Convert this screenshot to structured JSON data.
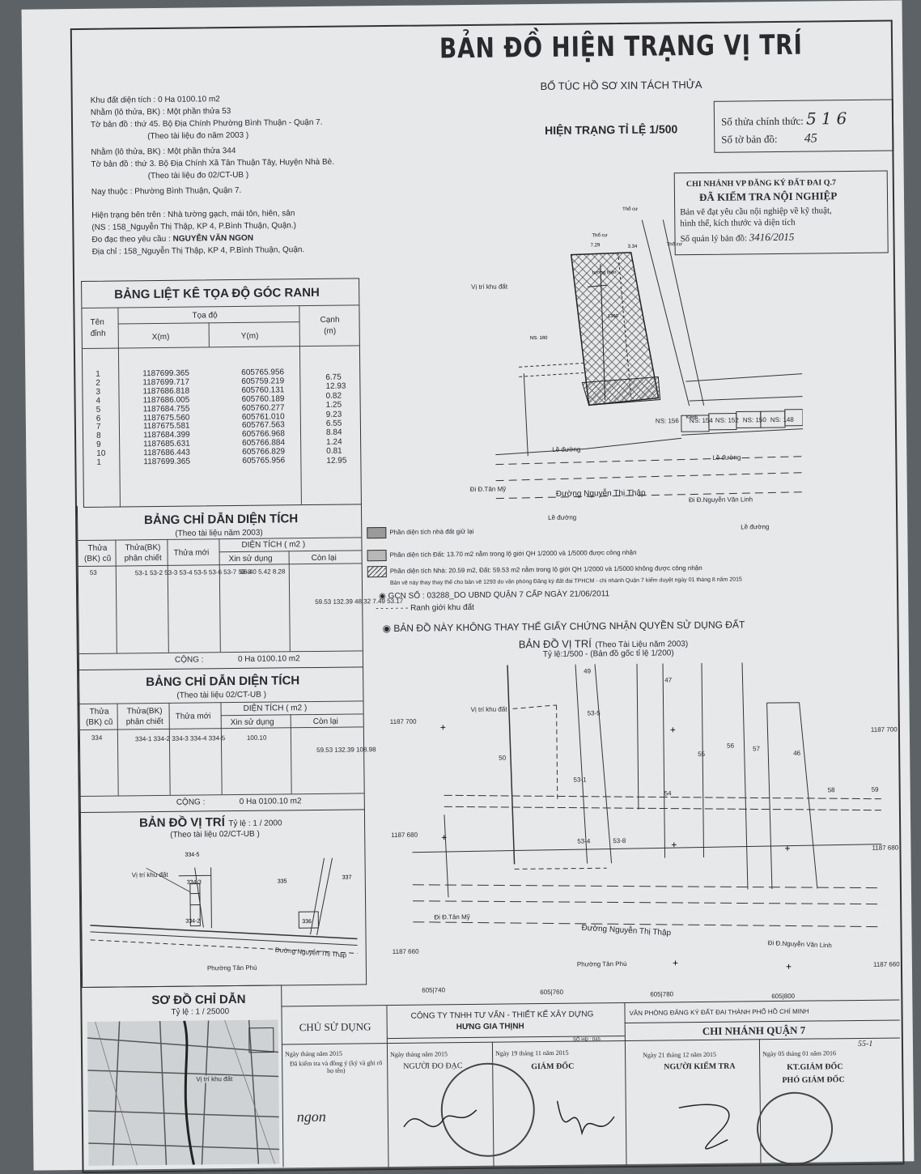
{
  "title": "BẢN ĐỒ HIỆN TRẠNG VỊ TRÍ",
  "subtitle": "BỔ TÚC HỒ SƠ XIN TÁCH THỬA",
  "scale_label": "HIỆN TRẠNG TỈ LỆ 1/500",
  "info_lines": [
    "Khu đất diện tích : 0 Ha 0100.10 m2",
    "Nhằm (lô thửa, BK) :  Một phần thửa 53",
    "Tờ bản đồ : thứ 45. Bộ Địa Chính Phường Bình Thuận - Quận 7.",
    "(Theo tài liệu đo năm 2003 )",
    "Nhằm (lô thửa, BK) : Một phần thửa 344",
    "Tờ bản đồ : thứ 3. Bộ Địa Chính Xã Tân Thuận Tây, Huyện Nhà Bè.",
    "(Theo tài liệu đo 02/CT-UB )",
    "Nay thuộc : Phường Bình Thuận, Quận 7.",
    "Hiện trạng bên trên : Nhà tường gạch, mái tôn, hiên, sân",
    "(NS : 158_Nguyễn Thị Thập, KP 4, P.Bình Thuận, Quận.)",
    "Đo đạc theo yêu cầu :",
    "Địa chỉ : 158_Nguyễn Thị Thập, KP 4, P.Bình Thuận, Quận."
  ],
  "requester": "NGUYỄN VĂN NGON",
  "parcel_box": {
    "official_label": "Số thửa chính thức:",
    "official_value": "516",
    "map_label": "Số tờ bản đồ:",
    "map_value": "45"
  },
  "verify_stamp": {
    "line1": "CHI NHÁNH VP ĐĂNG KÝ ĐẤT ĐAI Q.7",
    "line2": "ĐÃ KIỂM TRA NỘI NGHIỆP",
    "line3": "Bản vẽ đạt yêu cầu nội nghiệp về kỹ thuật,",
    "line4": "hình thể, kích thước và diện tích",
    "line5": "Số quản lý bản đồ:",
    "line5_value": "3416/2015"
  },
  "coord_table": {
    "title": "BẢNG LIỆT KÊ TỌA ĐỘ GÓC RANH",
    "h_name": "Tên đỉnh",
    "h_coord": "Tọa độ",
    "h_x": "X(m)",
    "h_y": "Y(m)",
    "h_edge": "Cạnh (m)",
    "names": "1\n2\n3\n4\n5\n6\n7\n8\n9\n10\n1",
    "xs": "1187699.365\n1187699.717\n1187686.818\n1187686.005\n1187684.755\n1187675.560\n1187675.581\n1187684.399\n1187685.631\n1187686.443\n1187699.365",
    "ys": "605765.956\n605759.219\n605760.131\n605760.189\n605760.277\n605761.010\n605767.563\n605766.968\n605766.884\n605766.829\n605765.956",
    "edges": "6.75\n12.93\n0.82\n1.25\n9.23\n6.55\n8.84\n1.24\n0.81\n12.95"
  },
  "area_table_1": {
    "title": "BẢNG CHỈ DẪN DIỆN TÍCH",
    "sub": "(Theo tài liệu  năm 2003)",
    "h_old": "Thửa (BK) cũ",
    "h_split": "Thửa(BK) phân chiết",
    "h_new": "Thửa mới",
    "h_area": "DIỆN TÍCH ( m2 )",
    "h_use": "Xin sử dụng",
    "h_rest": "Còn lại",
    "old": "53",
    "split": "53-1\n53-2\n53-3\n53-4\n53-5\n53-6\n53-7\n53-8",
    "use": "86.40\n5.42\n8.28",
    "rest": "59.53\n132.39\n48.32\n7.49\n53.17",
    "total_label": "CỘNG :",
    "total_value": "0 Ha 0100.10  m2"
  },
  "area_table_2": {
    "title": "BẢNG CHỈ DẪN DIỆN TÍCH",
    "sub": "(Theo tài liệu 02/CT-UB )",
    "old": "334",
    "split": "334-1\n334-2\n334-3\n334-4\n334-5",
    "use": "100.10",
    "rest": "59.53\n132.39\n108.98",
    "total_value": "0 Ha 0100.10 m2"
  },
  "legend": [
    "Phần diện tích nhà đất giữ lại",
    "Phần diện tích Đất: 13.70 m2 nằm trong lộ giới QH 1/2000 và 1/5000 được công nhận",
    "Phần diện tích Nhà: 20.59 m2, Đất: 59.53 m2 nằm trong lộ giới QH 1/2000 và 1/5000 không được công nhận",
    "Bản vẽ này thay thay thế cho bản vẽ 1293 do văn phòng Đăng ký đất đai TPHCM - chi nhánh Quận 7 kiểm duyệt ngày 01 tháng 8 năm 2015",
    "GCN SỐ : 03288_DO UBND QUẬN 7 CẤP NGÀY 21/06/2011",
    "Ranh giới khu đất",
    "BẢN ĐỒ NÀY KHÔNG THAY THẾ GIẤY CHỨNG NHẬN QUYỀN SỬ DỤNG ĐẤT"
  ],
  "location_map": {
    "title": "BẢN ĐỒ VỊ TRÍ",
    "sub1": "(Theo Tài Liệu năm 2003)",
    "sub2": "Tỷ lệ:1/500 - (Bản đồ gốc tỉ lệ 1/200)",
    "label_site": "Vị trí khu đất",
    "street": "Đường  Nguyễn  Thị  Thập",
    "dir_left": "Đi  Đ.Tân  Mỹ",
    "dir_right": "Đi  Đ.Nguyễn  Văn  Linh",
    "ward": "Phường Tân Phú",
    "parcels": [
      "49",
      "53-5",
      "47",
      "50",
      "53-1",
      "55",
      "56",
      "57",
      "46",
      "58",
      "59",
      "54",
      "53-4",
      "53-8"
    ],
    "grid_y": [
      "1187\n700",
      "1187\n680",
      "1187\n660"
    ],
    "grid_x": [
      "605|740",
      "605|760",
      "605|780",
      "605|800"
    ]
  },
  "small_map": {
    "title": "BẢN ĐỒ VỊ TRÍ",
    "scale": "Tỷ lệ : 1 / 2000",
    "sub": "(Theo tài liệu 02/CT-UB )",
    "street": "Đường Nguyễn Thị Thập",
    "ward": "Phường Tân Phú",
    "site": "Vị trí khu đất"
  },
  "current_map": {
    "label_site": "Vị trí khu đất",
    "street": "Đường  Nguyễn  Thị  Thập",
    "dir_left": "Đi  Đ.Tân  Mỹ",
    "dir_right": "Đi  Đ.Nguyễn  Văn  Linh",
    "lo_duong": "Lề đường",
    "houses": [
      "NS: 156",
      "NS: 154",
      "NS: 152",
      "NS: 150",
      "NS: 148"
    ]
  },
  "sketch": {
    "title": "SƠ ĐỒ CHỈ DẪN",
    "scale": "Tỷ lệ : 1 / 25000",
    "site": "Vị trí khu đất"
  },
  "footer": {
    "owner_title": "CHỦ SỬ DỤNG",
    "owner_date": "Ngày  tháng  năm 2015",
    "owner_note": "Đã kiểm tra và đồng ý (ký và ghi rõ họ tên)",
    "owner_sign": "ngon",
    "company": "CÔNG TY TNHH TƯ VẤN - THIẾT KẾ XÂY DỰNG",
    "company_name": "HƯNG GIA THỊNH",
    "doc_no": "SỐ HĐ : 045",
    "surveyor_date": "Ngày   tháng   năm 2015",
    "surveyor_title": "NGƯỜI ĐO ĐẠC",
    "director_date": "Ngày 19 tháng 11 năm 2015",
    "director_title": "GIÁM ĐỐC",
    "office": "VĂN PHÒNG ĐĂNG KÝ ĐẤT ĐAI THÀNH PHỐ HỒ CHÍ MINH",
    "branch": "CHI NHÁNH QUẬN 7",
    "inspector_date": "Ngày 21 tháng 12 năm 2015",
    "inspector_title": "NGƯỜI KIỂM TRA",
    "deputy_date": "Ngày 05 tháng 01 năm 2016",
    "deputy_title1": "KT.GIÁM ĐỐC",
    "deputy_title2": "PHÓ GIÁM ĐỐC",
    "ref_no": "55-1"
  }
}
